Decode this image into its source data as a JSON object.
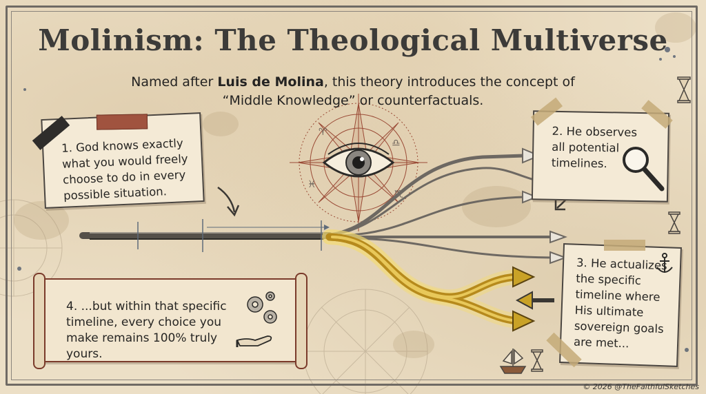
{
  "title": "Molinism: The Theological Multiverse",
  "subtitle": {
    "before": "Named after ",
    "name": "Luis de Molina",
    "after": ", this theory introduces the concept of “Middle Knowledge” or counterfactuals."
  },
  "notes": [
    {
      "id": "note-1",
      "text": "1. God knows exactly what you would freely choose to do in every possible situation."
    },
    {
      "id": "note-2",
      "text": "2. He observes all potential timelines."
    },
    {
      "id": "note-3",
      "text": "3. He actualizes the specific timeline where His ultimate sovereign goals are met..."
    },
    {
      "id": "note-4",
      "text": "4. ...but within that specific timeline, every choice you make remains 100% truly yours."
    }
  ],
  "credit": "© 2026 @TheFaithfulSketches",
  "colors": {
    "ink": "#3c3b39",
    "gold": "#c9a227",
    "rust": "#8a3b2a",
    "paper": "#ecdfc6"
  },
  "icons": [
    "all-seeing-eye-icon",
    "compass-rose-icon",
    "magnifying-glass-icon",
    "gears-icon",
    "open-hand-icon",
    "anchor-icon",
    "hourglass-icon",
    "ship-icon"
  ]
}
